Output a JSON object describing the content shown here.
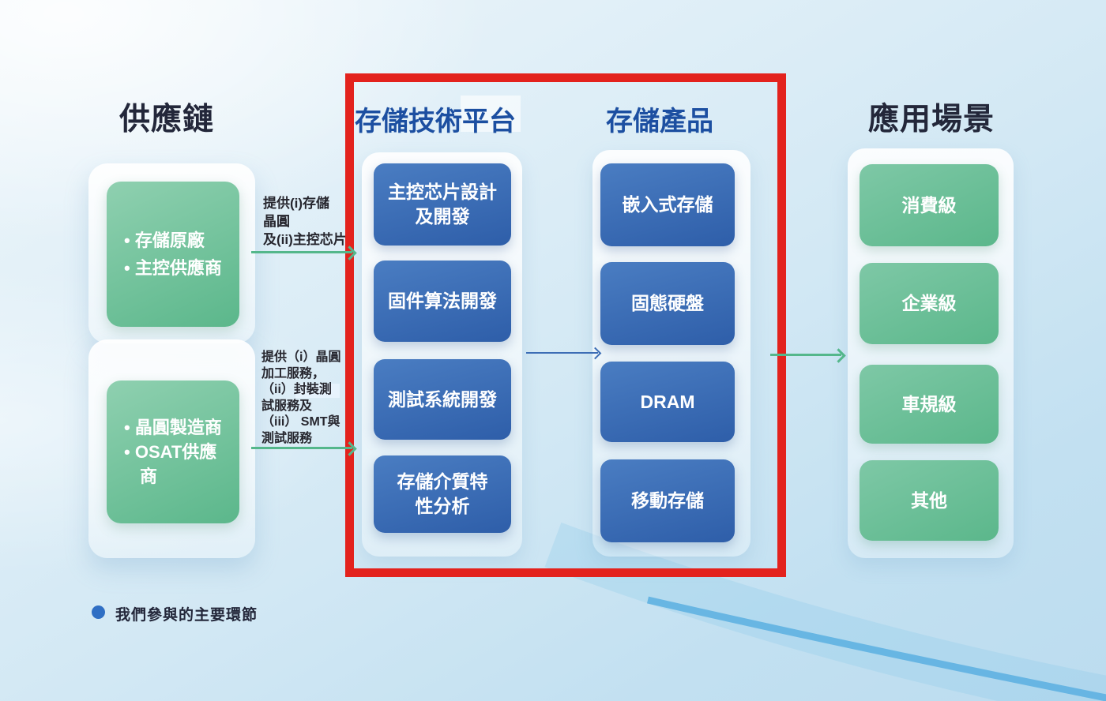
{
  "colors": {
    "frame-red": "#e3221d",
    "box-blue-top": "#4a7dc2",
    "box-blue-bottom": "#2e5ea9",
    "box-green-top": "#8fd0b0",
    "box-green-bottom": "#5bb78b",
    "header-dark": "#23273a",
    "header-blue": "#1c4fa1",
    "arrow-green": "#54b78b",
    "arrow-blue": "#3c6db5",
    "legend-dot": "#2f6fc4",
    "annotation-text": "#26262e"
  },
  "headers": {
    "supply_chain": "供應鏈",
    "tech_platform": "存儲技術平台",
    "products": "存儲產品",
    "applications": "應用場景"
  },
  "supply_chain": {
    "box1": {
      "items": [
        "存儲原廠",
        "主控供應商"
      ]
    },
    "box2": {
      "items": [
        "晶圓製造商",
        "OSAT供應商"
      ]
    },
    "annotation1": {
      "lines": [
        "提供(i)存儲",
        "晶圓",
        "及(ii)主控芯片"
      ]
    },
    "annotation2": {
      "lines": [
        "提供（i）晶圓",
        "加工服務，",
        "（ii）封裝測",
        "試服務及",
        "（iii） SMT與",
        "測試服務"
      ]
    }
  },
  "platform": {
    "boxes": [
      {
        "lines": [
          "主控芯片設計",
          "及開發"
        ]
      },
      {
        "lines": [
          "固件算法開發"
        ]
      },
      {
        "lines": [
          "測試系統開發"
        ]
      },
      {
        "lines": [
          "存儲介質特",
          "性分析"
        ]
      }
    ]
  },
  "products": {
    "boxes": [
      {
        "lines": [
          "嵌入式存儲"
        ]
      },
      {
        "lines": [
          "固態硬盤"
        ]
      },
      {
        "lines": [
          "DRAM"
        ]
      },
      {
        "lines": [
          "移動存儲"
        ]
      }
    ]
  },
  "applications": {
    "boxes": [
      {
        "lines": [
          "消費級"
        ]
      },
      {
        "lines": [
          "企業級"
        ]
      },
      {
        "lines": [
          "車規級"
        ]
      },
      {
        "lines": [
          "其他"
        ]
      }
    ]
  },
  "legend": {
    "label": "我們參與的主要環節"
  }
}
